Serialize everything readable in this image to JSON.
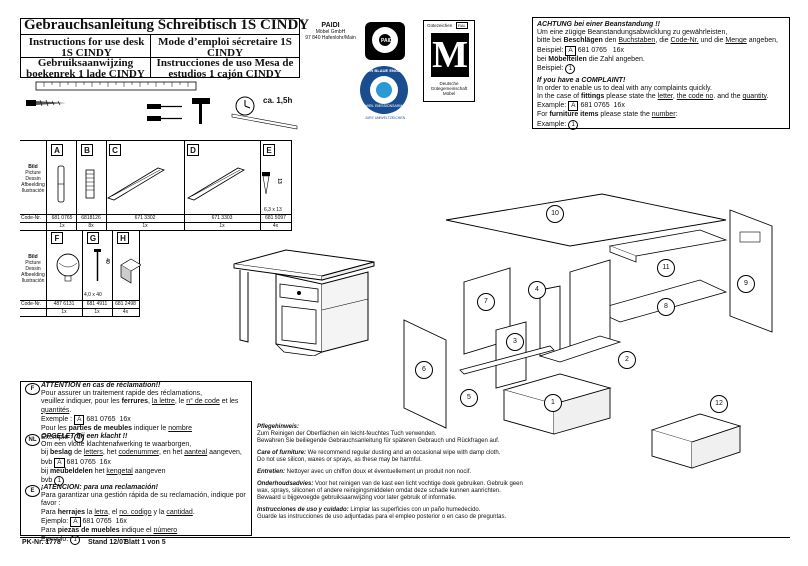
{
  "header": {
    "title_de": "Gebrauchsanleitung Schreibtisch 1S CINDY",
    "title_en": "Instructions for use desk 1S CINDY",
    "title_fr": "Mode d’emploi sécretaire 1S CINDY",
    "title_nl": "Gebruiksaanwijzing boekenrek 1 lade CINDY",
    "title_es": "Instrucciones de uso Mesa de estudios 1 cajón CINDY",
    "company_name": "PAIDI",
    "company_line1": "Möbel GmbH",
    "company_line2": "97 840 Hafenlohr/Main",
    "logo_text": "PAIDI",
    "blue_angel_text": "DER BLAUE ENGEL",
    "blue_angel_sub": "WEIL EMISSIONSARM",
    "blue_angel_sub2": "JURY UMWELTZEICHEN",
    "ral_label": "Gütezeichen",
    "ral_tag": "RAL",
    "ral_caption1": "Deutsche",
    "ral_caption2": "Gütegemeinschaft",
    "ral_caption3": "Möbel",
    "ral_letter": "M"
  },
  "tools": {
    "time_label": "ca. 1,5h"
  },
  "parts_table": {
    "row_labels": [
      "Bild",
      "Picture",
      "Dessin",
      "Afbeelding",
      "Ilustración"
    ],
    "code_label": "Code-Nr.",
    "row1": [
      {
        "letter": "A",
        "code": "681 0765",
        "qty": "1x"
      },
      {
        "letter": "B",
        "code": "6818126",
        "qty": "8x"
      },
      {
        "letter": "C",
        "code": "671 3302",
        "qty": "1x"
      },
      {
        "letter": "D",
        "code": "671 3303",
        "qty": "1x"
      },
      {
        "letter": "E",
        "code": "681 5097",
        "qty": "4x",
        "dim": "6,3 x 13",
        "size": "13"
      }
    ],
    "row2": [
      {
        "letter": "F",
        "code": "487  6131",
        "qty": "1x"
      },
      {
        "letter": "G",
        "code": "681 4911",
        "qty": "1x",
        "dim": "4,0 x 40",
        "size": "40"
      },
      {
        "letter": "H",
        "code": "681 2498",
        "qty": "4x"
      }
    ]
  },
  "complaint": {
    "title_de": "ACHTUNG bei einer Beanstandung !!",
    "line1_de": "Um eine zügige Beanstandungsabwicklung zu gewährleisten,",
    "line2_pre": "bitte bei ",
    "line2_bold": "Beschlägen",
    "line2_mid1": " den ",
    "line2_u1": "Buchstaben",
    "line2_mid2": ", die ",
    "line2_u2": "Code-Nr.",
    "line2_mid3": " und die ",
    "line2_u3": "Menge",
    "line2_post": " angeben,",
    "example_de": "Beispiel:",
    "example_letter": "A",
    "example_code": "681 0765",
    "example_qty": "16x",
    "line3_pre": "bei ",
    "line3_bold": "Möbelteilen",
    "line3_post": " die Zahl angeben.",
    "example2": "Beispiel:",
    "example_num": "1",
    "title_en": "If you have a COMPLAINT!",
    "en1": "In order to enable us to deal with any complaints quickly.",
    "en2_pre": "In the case of ",
    "en2_bold": "fittings",
    "en2_mid": " please state the ",
    "en2_u1": "letter",
    "en2_sep1": ", ",
    "en2_u2": "the code no",
    "en2_sep2": ". and the ",
    "en2_u3": "quantity",
    "en2_end": ".",
    "example_en": "Example:",
    "en3_pre": "For ",
    "en3_bold": "furniture items",
    "en3_mid": " please state the ",
    "en3_u": "number",
    "en3_end": ":",
    "example_en2": "Example:"
  },
  "lang_blocks": {
    "fr": {
      "flag": "F",
      "title": "ATTENTION en cas de réclamation!!",
      "l1": "Pour assurer un traitement rapide des réclamations,",
      "l2_pre": "veuillez indiquer, pour les ",
      "l2_bold": "ferrures",
      "l2_sep1": ", ",
      "l2_u1": "la lettre",
      "l2_sep2": ", le ",
      "l2_u2": "n° de code",
      "l2_sep3": " et les ",
      "l2_u3": "quantités",
      "l2_end": ".",
      "ex": "Exemple :",
      "l3_pre": "Pour les ",
      "l3_bold": "parties de meubles",
      "l3_mid": " indiquer le ",
      "l3_u": "nombre",
      "ex2": "Exemple :"
    },
    "nl": {
      "flag": "NL",
      "title": "OPGELET bij een klacht !!",
      "l1": "Om een vlotte klachtenafwerking te waarborgen,",
      "l2_pre": "bij ",
      "l2_bold": "beslag",
      "l2_mid1": " de ",
      "l2_u1": "letters",
      "l2_sep1": ", het ",
      "l2_u2": "codenummer",
      "l2_mid2": ", en het ",
      "l2_u3": "aanteal",
      "l2_end": " aangeven,",
      "ex": "bvb",
      "l3_pre": "bij ",
      "l3_bold": "meubeldelen",
      "l3_mid": " het ",
      "l3_u": "kengetal",
      "l3_end": " aangeven",
      "ex2": "bvb"
    },
    "es": {
      "flag": "E",
      "title": "¡ATENCION: para una reclamación!",
      "l1": "Para garantizar una gestión rápida de su reclamación, indique por favor :",
      "l2_pre": "Para ",
      "l2_bold": "herrajes",
      "l2_sep1": " la ",
      "l2_u1": "letra",
      "l2_sep2": ", el ",
      "l2_u2": "no. codigo",
      "l2_sep3": " y la ",
      "l2_u3": "cantidad",
      "l2_end": ".",
      "ex": "Ejemplo:",
      "l3_pre": "Para ",
      "l3_bold": "piezas de muebles",
      "l3_mid": " indique el ",
      "l3_u": "número",
      "ex2": "Ejemplo:"
    }
  },
  "care": {
    "de_title": "Pflegehinweis:",
    "de_text1": "Zum Reinigen der Oberflächen ein leicht-feuchtes Tuch verwenden.",
    "de_text2": "Bewahren Sie beiliegende Gebrauchsanleitung für späteren Gebrauch und Rückfragen auf.",
    "en_title": "Care of furniture:",
    "en_text1": " We recommend regular dusting and an occasional wipe with damp cloth.",
    "en_text2": "Do not use silicon, waxes or sprays, as these may be harmful.",
    "fr_title": "Entretien:",
    "fr_text": " Nettoyer avec un chiffon doux et éventuellement un produit non nocif.",
    "nl_title": "Onderhoudsadvies:",
    "nl_text1": " Voor het reinigen van de kast een licht vochtige doek gebruiken. Gebruik geen",
    "nl_text2": "wax, sprays, siliconen of andere reinigingsmiddelen omdat deze schade kunnen aanrichten.",
    "nl_text3": "Bewaard u bijgevoegde gebruiksaanwijzing voor later gebruik of informatie.",
    "es_title": "Instrucciones de uso y cuidado:",
    "es_text1": " Limpiar las superficies con un paño humedecido.",
    "es_text2": "Guarde las instrucciones de uso adjuntadas para el empleo posterior o en caso de preguntas."
  },
  "footer": {
    "pk": "PK-Nr. 1778",
    "stand": "Stand 12/07",
    "blatt": "Blatt 1 von 5"
  },
  "part_numbers": [
    "1",
    "2",
    "3",
    "4",
    "5",
    "6",
    "7",
    "8",
    "9",
    "10",
    "11",
    "12"
  ]
}
